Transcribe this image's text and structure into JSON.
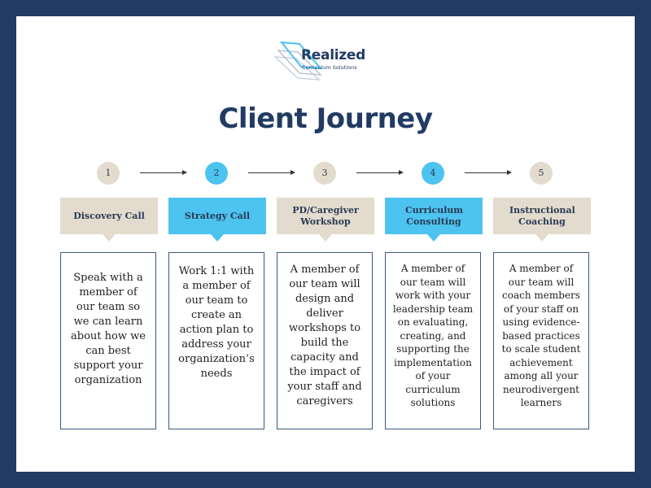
{
  "logo": {
    "name": "Realized",
    "tagline": "Curriculum Solutions"
  },
  "title": "Client Journey",
  "steps": [
    {
      "number": "1",
      "label": "Discovery Call",
      "description": "Speak with a member of our team so we can learn about how we can best support your organization",
      "highlight": false
    },
    {
      "number": "2",
      "label": "Strategy Call",
      "description": "Work 1:1 with a member of our team to create an action plan to address your organization’s needs",
      "highlight": true
    },
    {
      "number": "3",
      "label": "PD/Caregiver Workshop",
      "description": "A member of our team will design and deliver workshops to build the capacity and the impact of your staff and caregivers",
      "highlight": false
    },
    {
      "number": "4",
      "label": "Curriculum Consulting",
      "description": "A member of our team will work with your leadership team on evaluating, creating, and supporting the implementation of your curriculum solutions",
      "highlight": true
    },
    {
      "number": "5",
      "label": "Instructional Coaching",
      "description": "A member of our team will coach members of your staff on using evidence-based practices to scale student achievement among all your neurodivergent learners",
      "highlight": false
    }
  ],
  "colors": {
    "border": "#213b63",
    "navy": "#213b63",
    "tan": "#e3dbcd",
    "blue": "#4dc3ef",
    "card_border": "#3e587c"
  }
}
